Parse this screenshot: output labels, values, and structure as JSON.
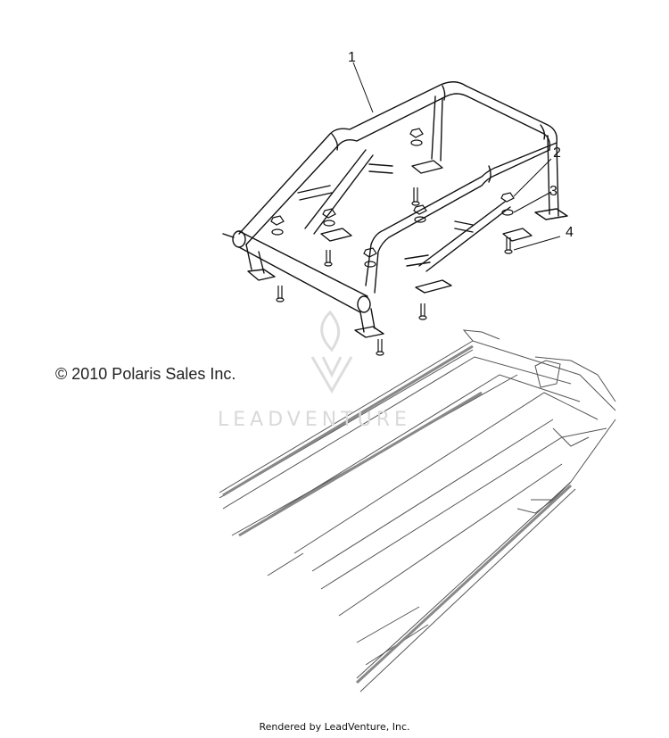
{
  "callouts": [
    "1",
    "2",
    "3",
    "4"
  ],
  "copyright": "© 2010 Polaris Sales Inc.",
  "watermark": "LEADVENTURE",
  "footer": "Rendered by LeadVenture, Inc.",
  "colors": {
    "line": "#111111",
    "tray_line": "#555555",
    "watermark": "#d9d9d9"
  }
}
